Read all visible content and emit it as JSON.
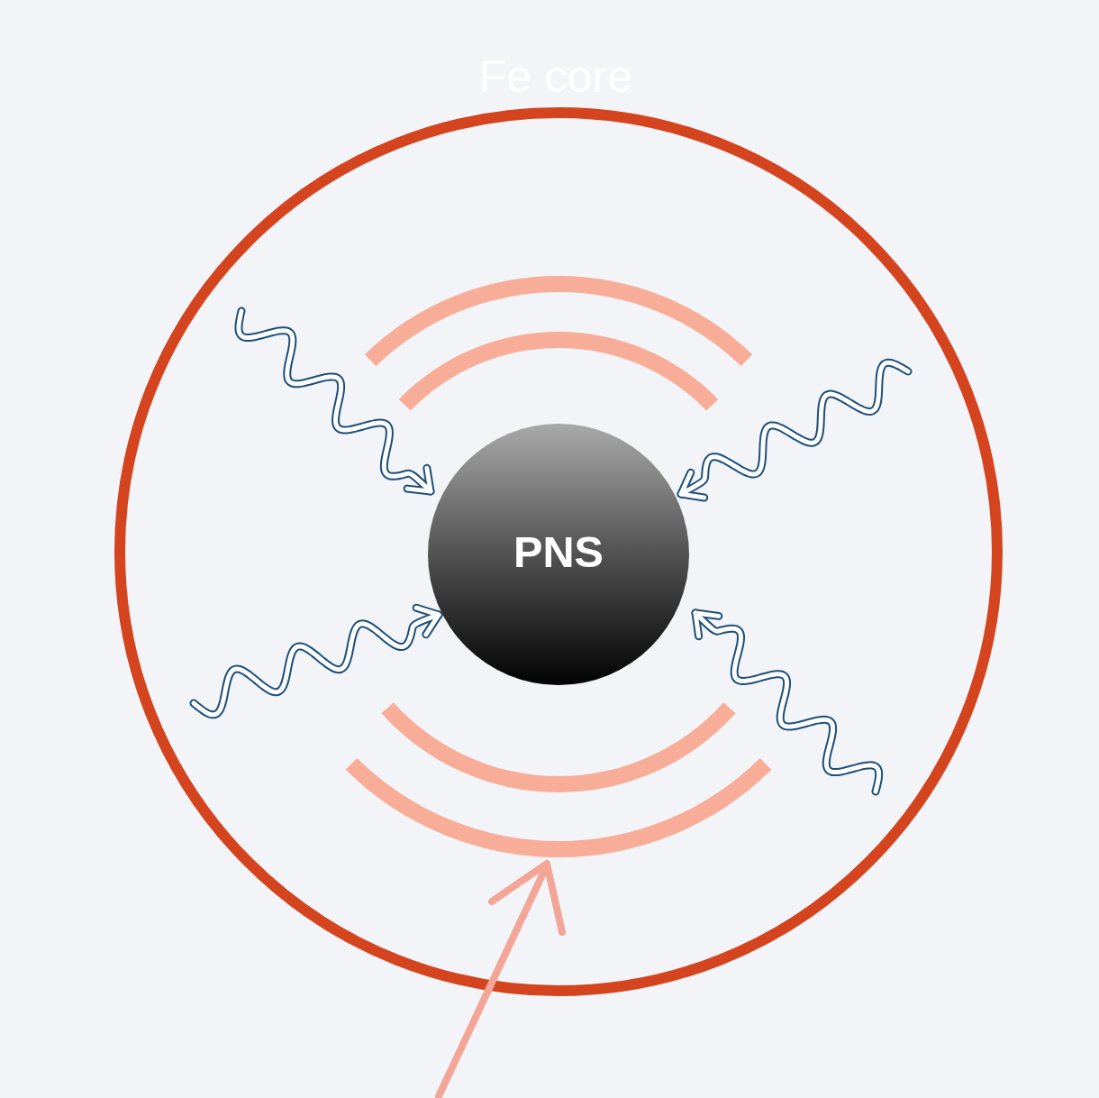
{
  "diagram": {
    "nodes": [
      {
        "text": [
          "Fe core"
        ]
      },
      {
        "text": [
          "PNS"
        ],
        "in": 0
      }
    ]
  }
}
